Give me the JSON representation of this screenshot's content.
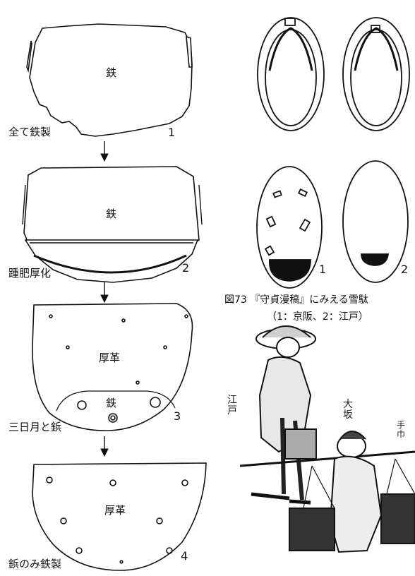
{
  "left_sequence": [
    {
      "number": "1",
      "label": "全て鉄製",
      "material": "鉄"
    },
    {
      "number": "2",
      "label": "踵肥厚化",
      "material": "鉄"
    },
    {
      "number": "3",
      "label": "三日月と鋲",
      "materials": [
        "厚革",
        "鉄"
      ]
    },
    {
      "number": "4",
      "label": "鋲のみ鉄製",
      "material": "厚革"
    }
  ],
  "figure73": {
    "title": "図73 『守貞漫稿』にみえる雪駄",
    "subtitle": "（1：京阪、2：江戸）",
    "sole_numbers": [
      "1",
      "2"
    ]
  },
  "illustration": {
    "labels": [
      "江戸",
      "大坂",
      "手巾"
    ]
  }
}
